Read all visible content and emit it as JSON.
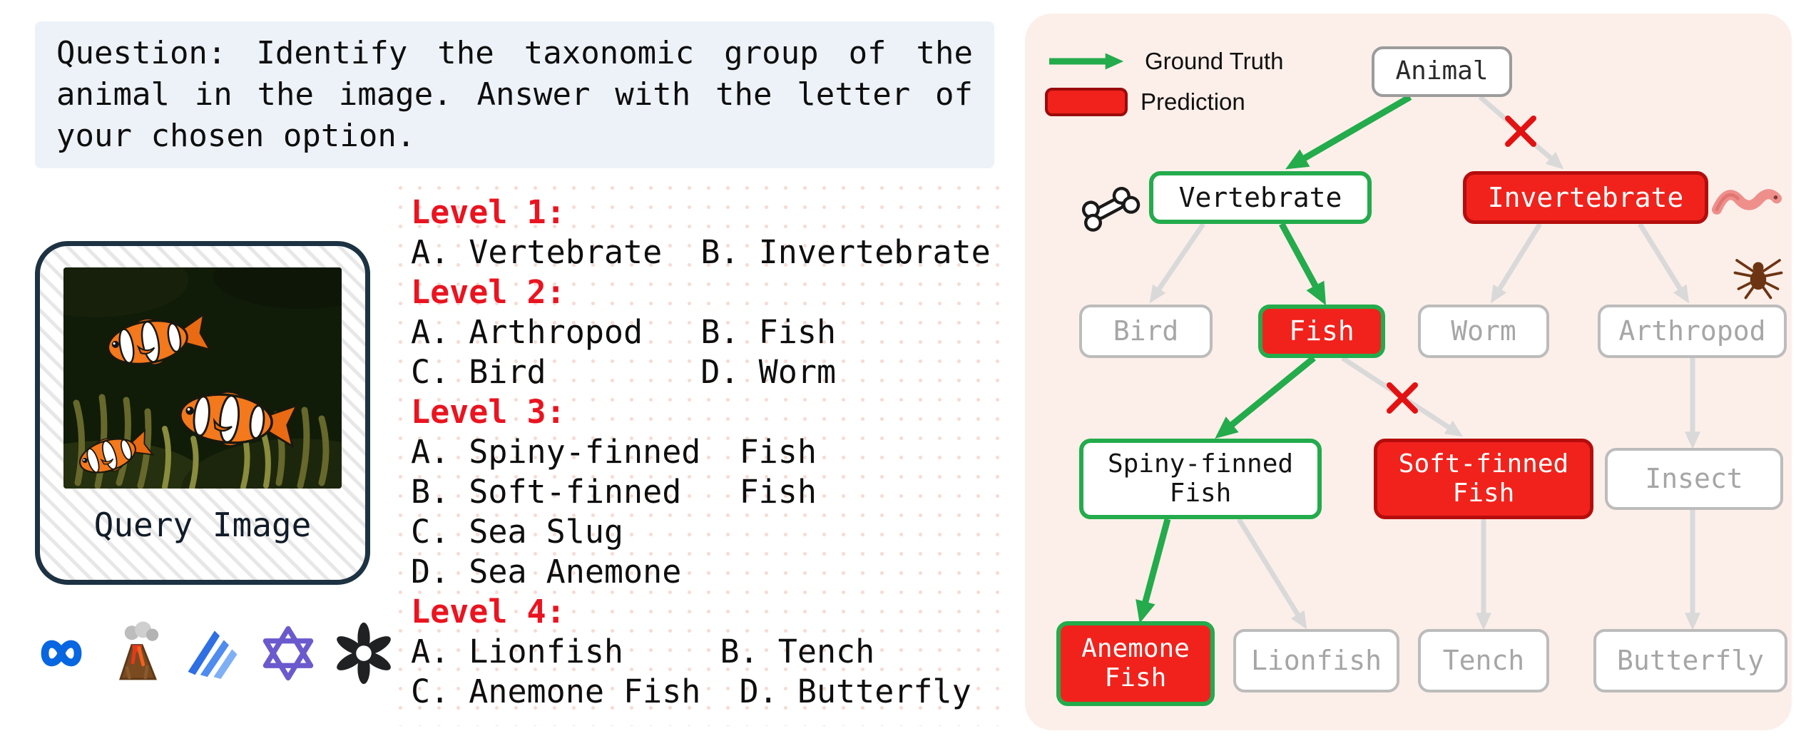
{
  "question": {
    "text": "Question: Identify the taxonomic group of the animal in the image. Answer with the letter of your chosen option."
  },
  "query": {
    "caption": "Query Image"
  },
  "logos": [
    "meta-logo",
    "volcano-logo",
    "sail-logo",
    "qwen-logo",
    "openai-logo"
  ],
  "options": {
    "levels": [
      {
        "label": "Level 1:",
        "lines": [
          "A. Vertebrate  B. Invertebrate"
        ]
      },
      {
        "label": "Level 2:",
        "lines": [
          "A. Arthropod   B. Fish",
          "C. Bird        D. Worm"
        ]
      },
      {
        "label": "Level 3:",
        "lines": [
          "A. Spiny-finned  Fish",
          "B. Soft-finned   Fish",
          "C. Sea Slug",
          "D. Sea Anemone"
        ]
      },
      {
        "label": "Level 4:",
        "lines": [
          "A. Lionfish     B. Tench",
          "C. Anemone Fish  D. Butterfly"
        ]
      }
    ]
  },
  "legend": {
    "ground_truth_label": "Ground Truth",
    "prediction_label": "Prediction"
  },
  "tree": {
    "nodes": {
      "animal": "Animal",
      "vertebrate": "Vertebrate",
      "invertebrate": "Invertebrate",
      "bird": "Bird",
      "fish": "Fish",
      "worm": "Worm",
      "arthropod": "Arthropod",
      "spiny_finned_fish": "Spiny-finned Fish",
      "soft_finned_fish": "Soft-finned Fish",
      "insect": "Insect",
      "anemone_fish": "Anemone Fish",
      "lionfish": "Lionfish",
      "tench": "Tench",
      "butterfly": "Butterfly"
    }
  },
  "colors": {
    "ground_truth_green": "#23ab4c",
    "prediction_red": "#f1221c",
    "prediction_border": "#b50d0d",
    "gray_edge": "#d9d9d9",
    "panel_bg": "#fcefe9",
    "question_bg": "#edf2f8",
    "level_label_red": "#ea1420",
    "red_x": "#e31212"
  },
  "icons": {
    "bone": "bone-icon",
    "worm": "worm-icon",
    "spider": "spider-icon",
    "wrong_mark": "red-x-icon",
    "ground_truth_arrow": "green-arrow-icon"
  }
}
